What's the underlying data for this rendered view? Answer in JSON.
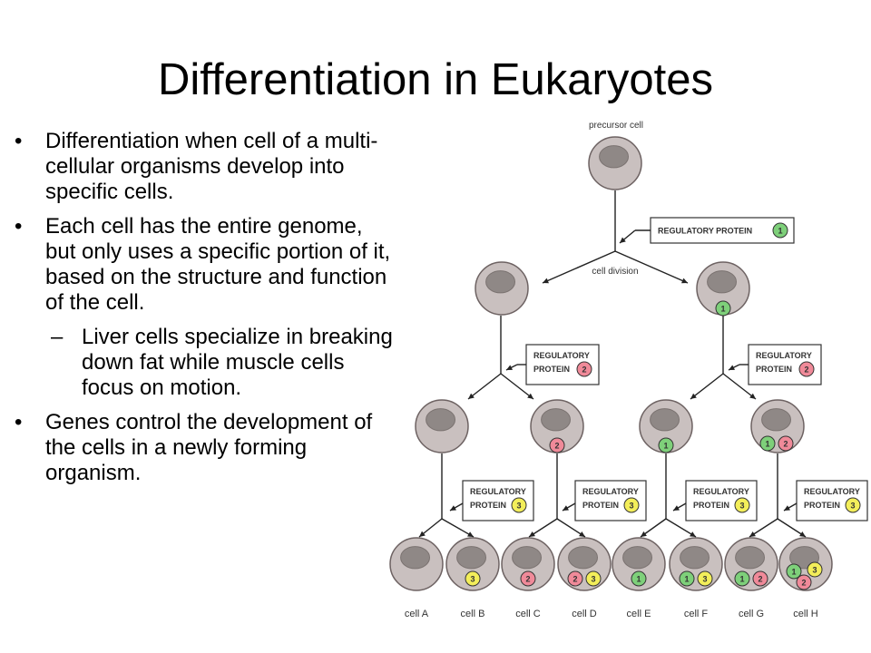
{
  "slide": {
    "title": "Differentiation in Eukaryotes",
    "bullets": [
      {
        "level": 1,
        "mark": "•",
        "text": "Differentiation when cell of a multi-cellular organisms develop into specific cells."
      },
      {
        "level": 1,
        "mark": "•",
        "text": "Each cell has the entire genome, but only uses a specific portion of it, based on the structure and function of the cell."
      },
      {
        "level": 2,
        "mark": "–",
        "text": "Liver cells specialize in breaking down fat while muscle cells focus on motion."
      },
      {
        "level": 1,
        "mark": "•",
        "text": "Genes control the development of the cells in a newly forming organism."
      }
    ]
  },
  "diagram": {
    "precursor_label": "precursor cell",
    "division_label": "cell division",
    "protein1": {
      "label": "REGULATORY PROTEIN",
      "number": "1"
    },
    "protein2": {
      "line1": "REGULATORY",
      "line2": "PROTEIN",
      "number": "2"
    },
    "protein3": {
      "line1": "REGULATORY",
      "line2": "PROTEIN",
      "number": "3"
    },
    "marker_numbers": {
      "m1": "1",
      "m2": "2",
      "m3": "3"
    },
    "cell_labels": [
      "cell A",
      "cell B",
      "cell C",
      "cell D",
      "cell E",
      "cell F",
      "cell G",
      "cell H"
    ],
    "colors": {
      "cell_fill": "#c9c0bf",
      "cell_stroke": "#6d6262",
      "nucleus": "#8f8886",
      "marker1": "#7ed07a",
      "marker2": "#f08a99",
      "marker3": "#f3ee5a",
      "line": "#222222"
    }
  }
}
